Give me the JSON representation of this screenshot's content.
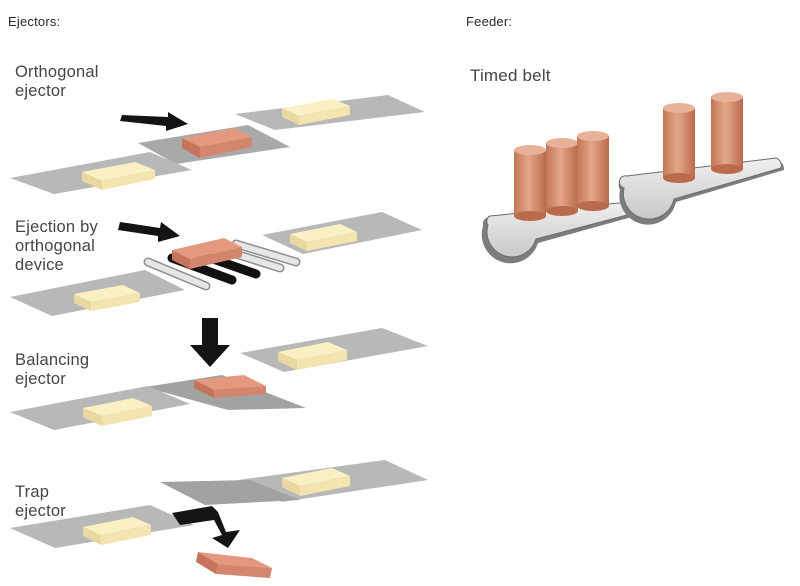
{
  "headers": {
    "ejectors": "Ejectors:",
    "feeder": "Feeder:"
  },
  "ejectors": [
    {
      "label": "Orthogonal\nejector"
    },
    {
      "label": "Ejection by\northogonal\ndevice"
    },
    {
      "label": "Balancing\nejector"
    },
    {
      "label": "Trap\nejector"
    }
  ],
  "feeder": {
    "label": "Timed belt"
  },
  "colors": {
    "belt": "#b7b8b8",
    "belt_dark": "#9a9b9b",
    "product_top": "#fbf0c4",
    "product_side": "#e9d9a1",
    "ejected_top": "#e3987f",
    "ejected_side": "#c7735c",
    "cylinder": "#d79677",
    "arrow": "#141414"
  }
}
